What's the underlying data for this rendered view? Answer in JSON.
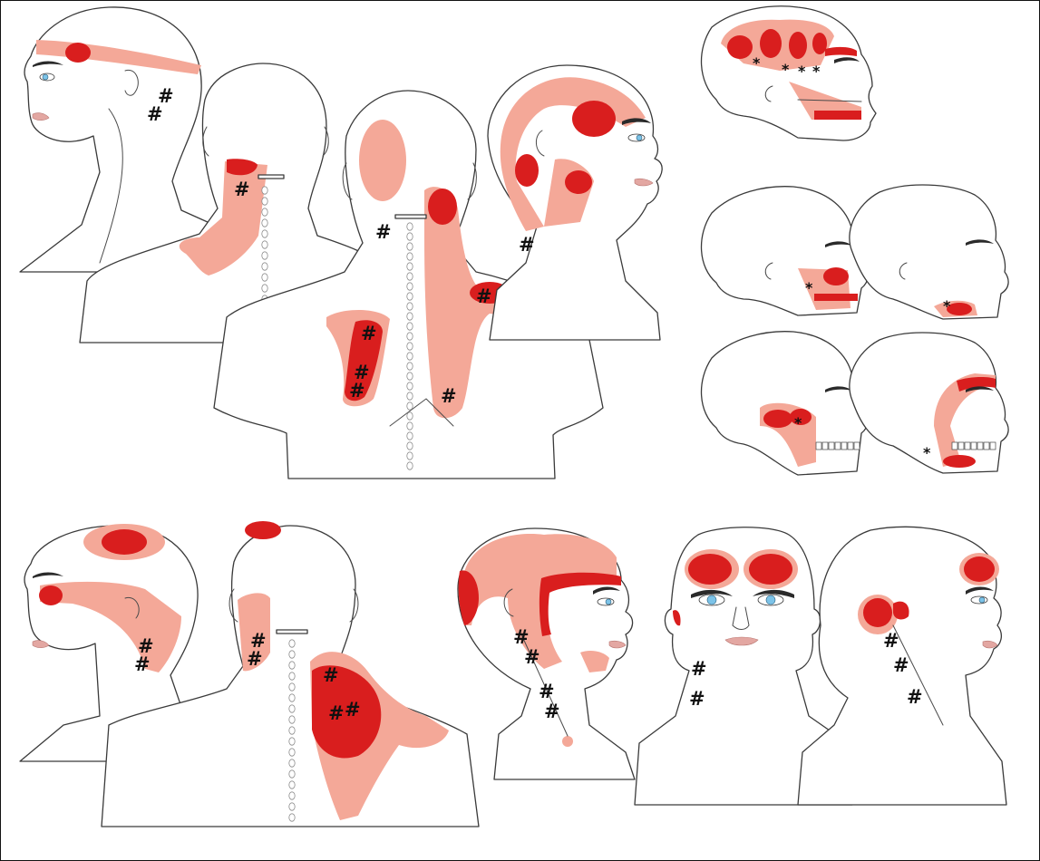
{
  "colors": {
    "referred_pain": "#f4a898",
    "trigger_zone": "#d91e1e",
    "iris": "#7cc3e8",
    "outline": "#3a3a3a"
  },
  "trigger_point_marker": "#",
  "muscle_marker": "*",
  "panels": [
    "head-side-left",
    "neck-posterior-left",
    "neck-posterior-center",
    "head-side-right",
    "skull-temporal",
    "skull-masseter-upper",
    "skull-masseter-deep",
    "skull-pterygoid-medial",
    "skull-pterygoid-lateral",
    "head-side-bottom-left",
    "neck-posterior-bottom",
    "head-side-bottom-center",
    "face-frontal",
    "head-side-bottom-right"
  ]
}
